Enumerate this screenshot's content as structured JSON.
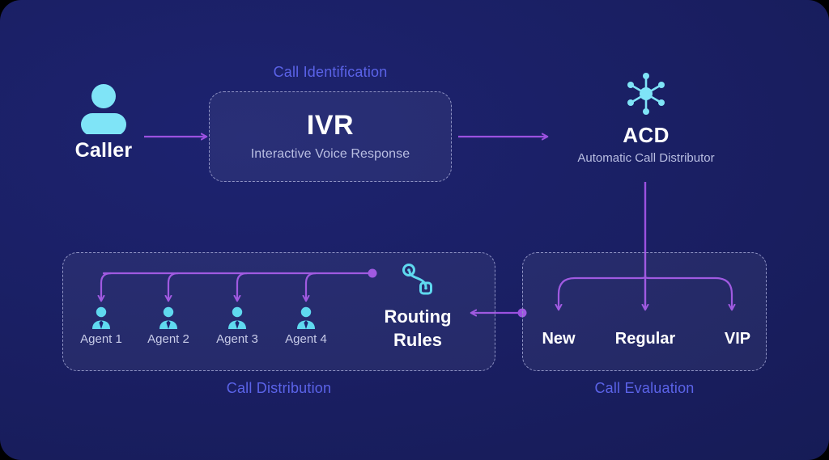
{
  "theme": {
    "background": "#1a1f63",
    "panel_fill": "rgba(255,255,255,0.055)",
    "dashed_border": "#8f93c4",
    "accent_purple": "#9b51e0",
    "accent_cyan": "#74e4f5",
    "caption_blue": "#5b63e8",
    "text_white": "#ffffff",
    "text_muted": "#b9bee2"
  },
  "caller": {
    "label": "Caller",
    "icon": "person-icon"
  },
  "ivr": {
    "caption": "Call Identification",
    "title": "IVR",
    "subtitle": "Interactive Voice Response"
  },
  "acd": {
    "title": "ACD",
    "subtitle": "Automatic Call Distributor",
    "icon": "network-hub-icon"
  },
  "distribution": {
    "caption": "Call Distribution",
    "agents": [
      {
        "label": "Agent 1",
        "icon": "agent-icon"
      },
      {
        "label": "Agent 2",
        "icon": "agent-icon"
      },
      {
        "label": "Agent 3",
        "icon": "agent-icon"
      },
      {
        "label": "Agent 4",
        "icon": "agent-icon"
      }
    ]
  },
  "routing": {
    "line1": "Routing",
    "line2": "Rules",
    "icon": "route-icon"
  },
  "evaluation": {
    "caption": "Call Evaluation",
    "categories": [
      {
        "label": "New"
      },
      {
        "label": "Regular"
      },
      {
        "label": "VIP"
      }
    ]
  }
}
